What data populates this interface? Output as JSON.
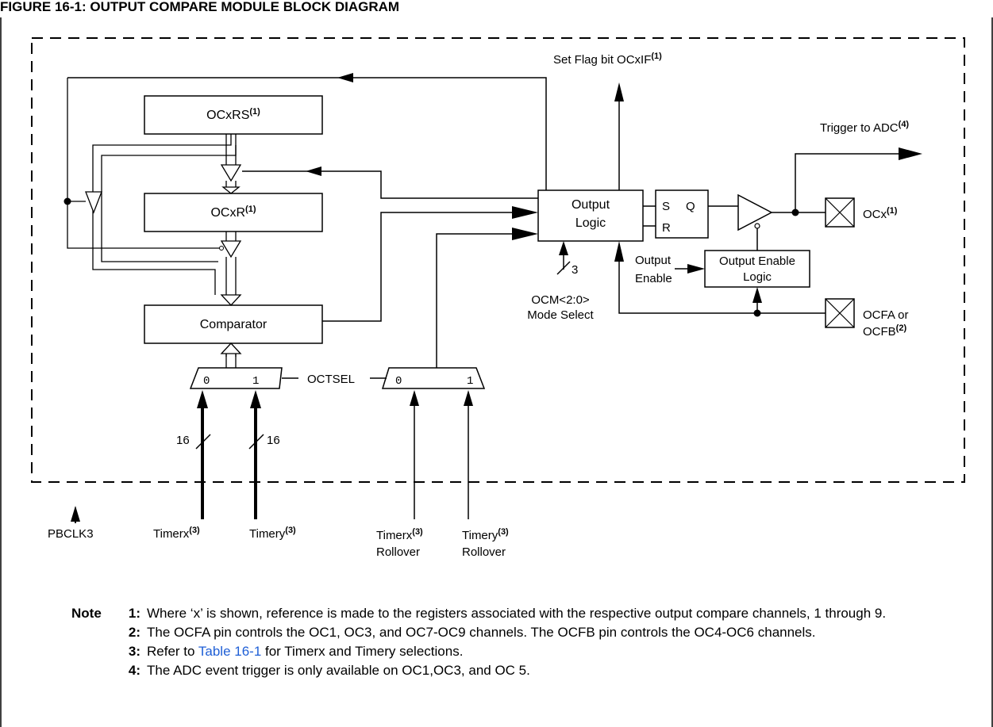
{
  "figure": {
    "title": "FIGURE 16-1:        OUTPUT COMPARE MODULE BLOCK DIAGRAM"
  },
  "blocks": {
    "ocxrs": {
      "label": "OCxRS",
      "sup": "(1)"
    },
    "ocxr": {
      "label": "OCxR",
      "sup": "(1)"
    },
    "comparator": {
      "label": "Comparator"
    },
    "output_logic": {
      "line1": "Output",
      "line2": "Logic"
    },
    "sr_latch": {
      "s": "S",
      "q": "Q",
      "r": "R"
    },
    "output_enable_logic": {
      "line1": "Output Enable",
      "line2": "Logic"
    }
  },
  "labels": {
    "set_flag": {
      "text": "Set Flag bit OCxIF",
      "sup": "(1)"
    },
    "trigger_adc": {
      "text": "Trigger to ADC",
      "sup": "(4)"
    },
    "ocx_pin": {
      "text": "OCx",
      "sup": "(1)"
    },
    "ocfa_pin": {
      "line1": "OCFA or",
      "line2": "OCFB",
      "sup": "(2)"
    },
    "output_enable": {
      "line1": "Output",
      "line2": "Enable"
    },
    "ocm_bus_width": "3",
    "ocm_select": {
      "line1": "OCM<2:0>",
      "line2": "Mode Select"
    },
    "octsel": "OCTSEL",
    "mux_left": {
      "in0": "0",
      "in1": "1"
    },
    "mux_right": {
      "in0": "0",
      "in1": "1"
    },
    "bus_width_left": "16",
    "bus_width_right": "16",
    "pbclk": "PBCLK3",
    "timerx": {
      "text": "Timerx",
      "sup": "(3)"
    },
    "timery": {
      "text": "Timery",
      "sup": "(3)"
    },
    "timerx_rollover": {
      "text": "Timerx",
      "sup": "(3)",
      "line2": "Rollover"
    },
    "timery_rollover": {
      "text": "Timery",
      "sup": "(3)",
      "line2": "Rollover"
    }
  },
  "notes": {
    "heading": "Note",
    "items": [
      {
        "num": "1:",
        "text": "Where ‘x’ is shown, reference is made to the registers associated with the respective output compare channels, 1 through 9."
      },
      {
        "num": "2:",
        "text": "The OCFA pin controls the OC1, OC3, and OC7-OC9 channels. The OCFB pin controls the OC4-OC6 channels."
      },
      {
        "num": "3:",
        "pre": "Refer to ",
        "link": "Table 16-1",
        "post": " for Timerx and Timery selections."
      },
      {
        "num": "4:",
        "text": "The ADC event trigger is only available on OC1,OC3, and OC 5."
      }
    ]
  }
}
